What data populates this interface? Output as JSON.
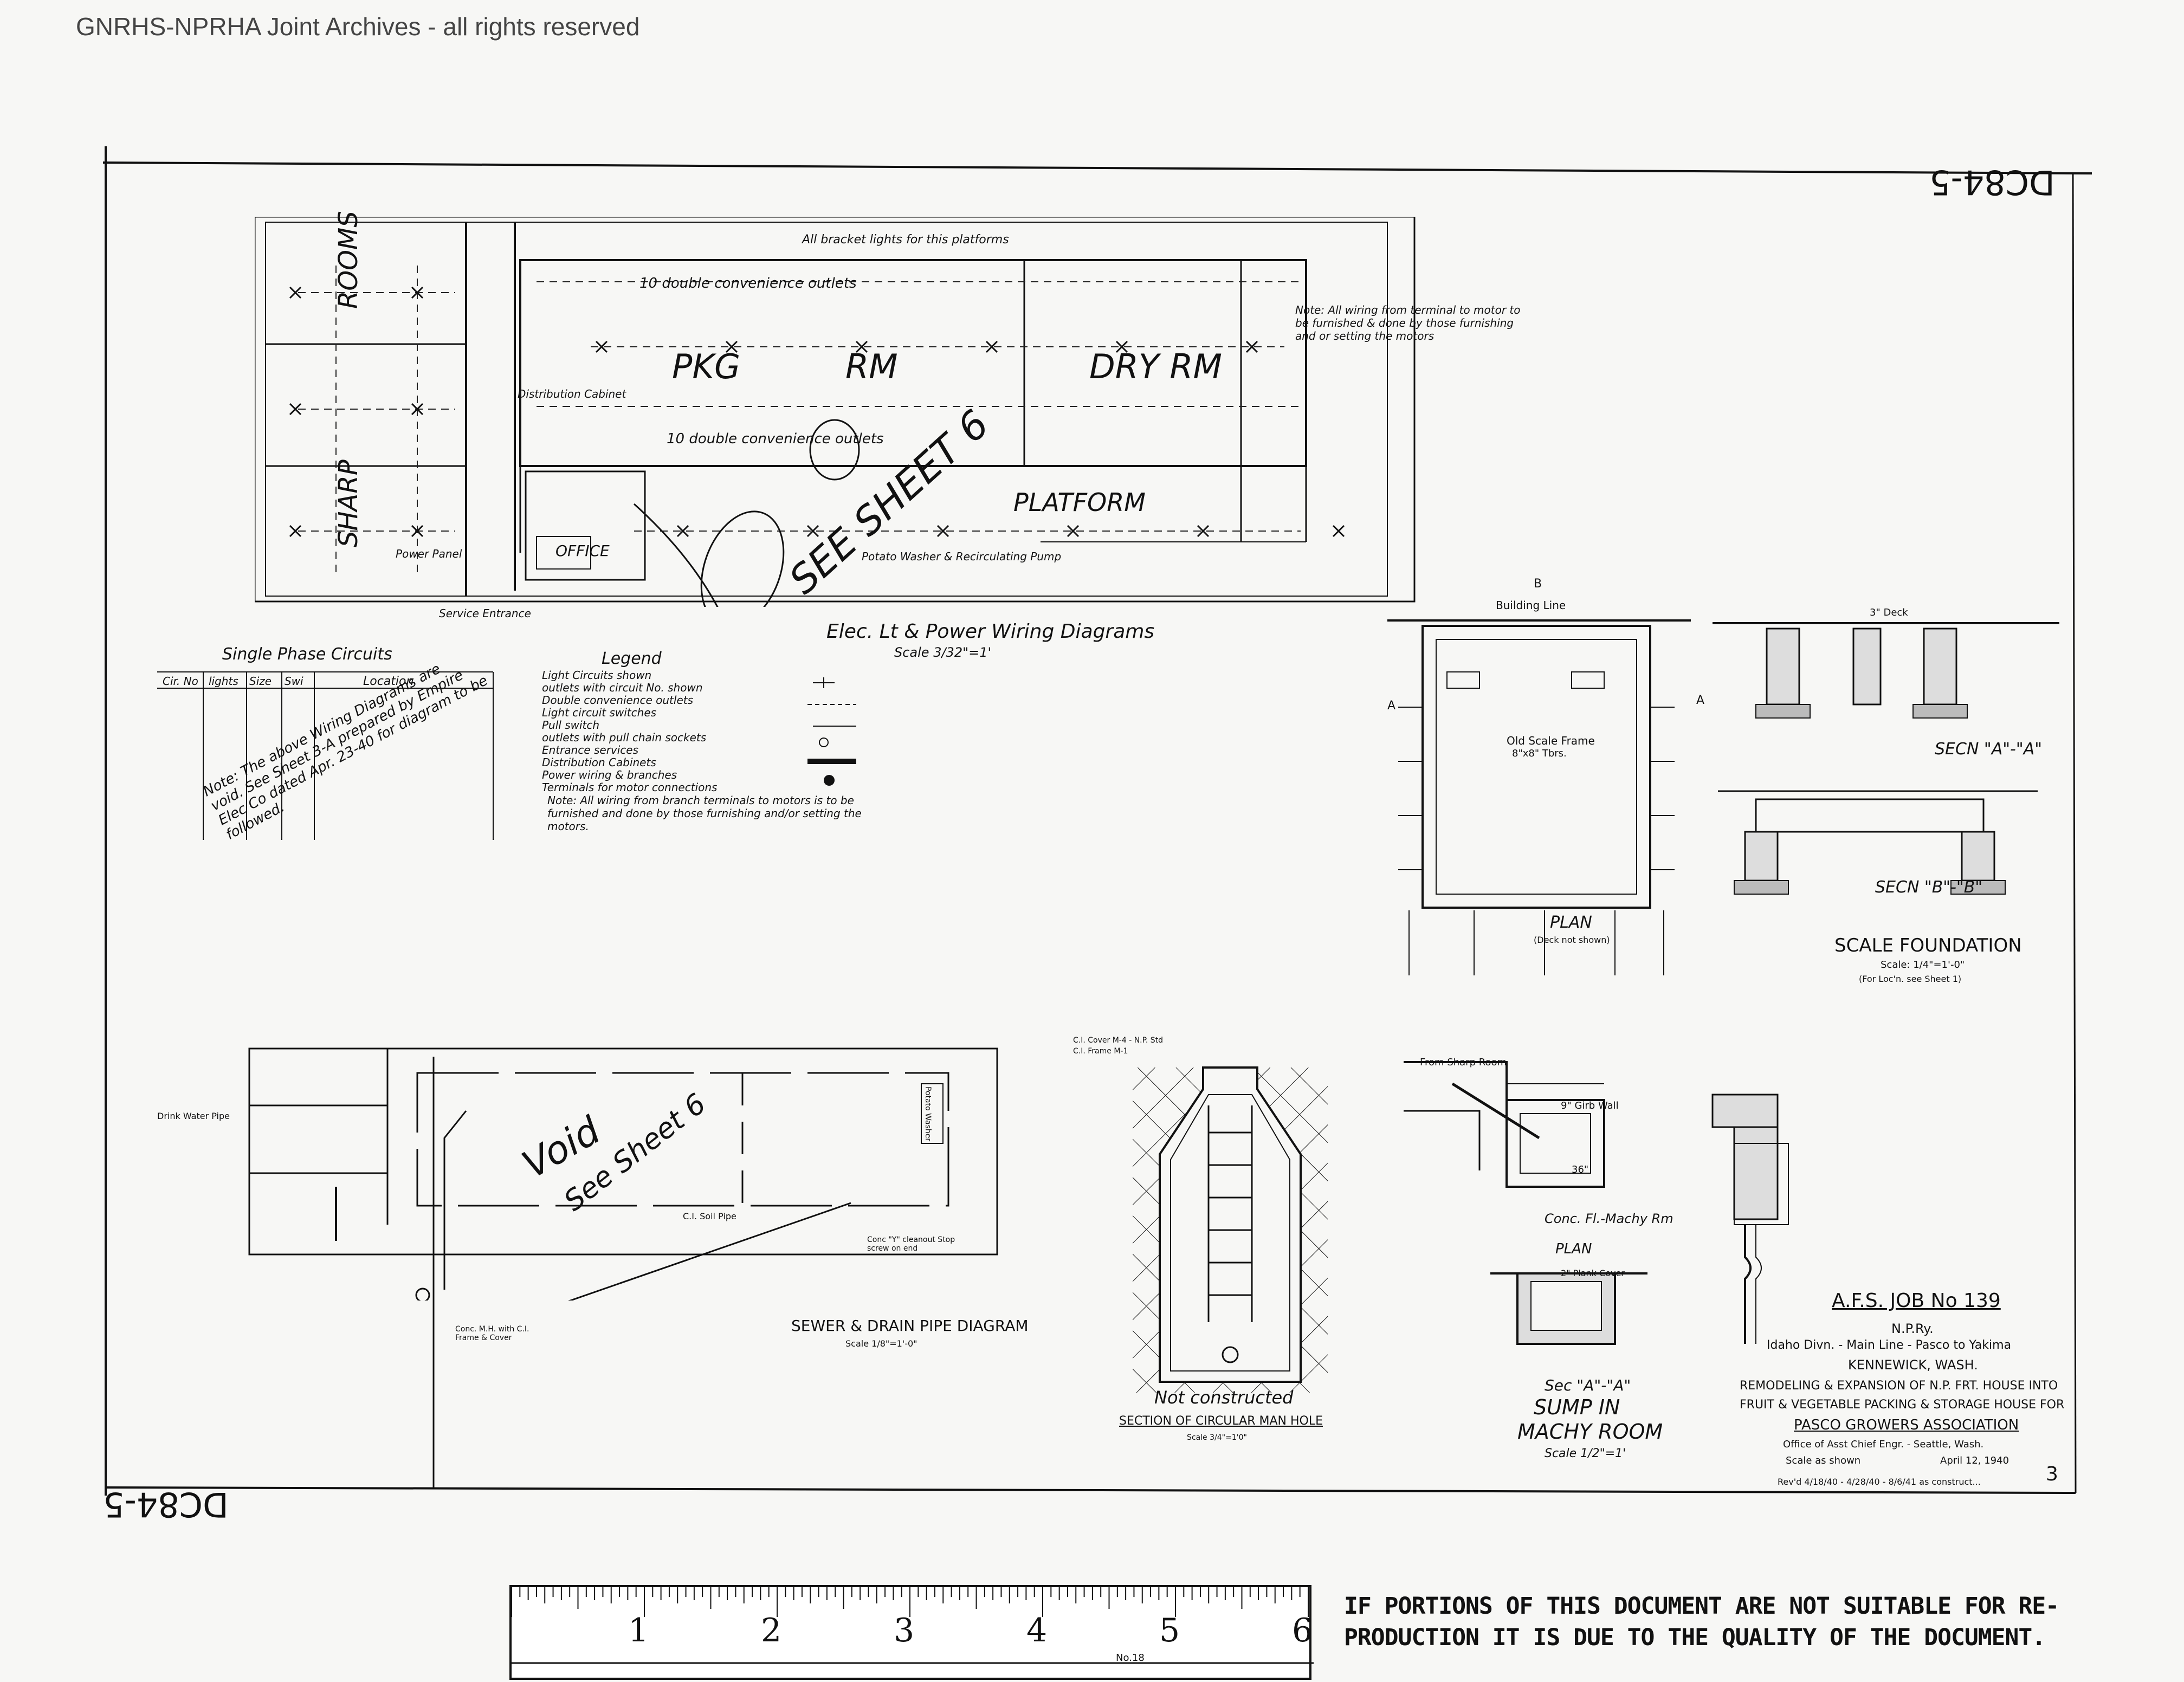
{
  "watermark": "GNRHS-NPRHA Joint Archives - all rights reserved",
  "drawing_number": "DC84-5",
  "drawing_number_mirrored": "DC84-5",
  "sheet_number": "3",
  "wiring_plan": {
    "rooms": [
      "ROOMS",
      "PKG",
      "RM",
      "DRY RM",
      "PLATFORM",
      "OFFICE",
      "SHARP"
    ],
    "note_top": "All bracket lights for this platforms",
    "outlets_row_1": "10 double convenience outlets",
    "outlets_row_2": "10 double convenience outlets",
    "distribution_cabinet": "Distribution Cabinet",
    "power_panel": "Power Panel",
    "service_entrance": "Service Entrance",
    "potato_washer": "Potato Washer & Recirculating Pump",
    "see_sheet": "SEE SHEET 6",
    "title": "Elec. Lt & Power Wiring Diagrams",
    "scale": "Scale 3/32\"=1'",
    "note_motor": "Note: All wiring from terminal to motor to be furnished & done by those furnishing and or setting the motors"
  },
  "circuits_table": {
    "title": "Single Phase Circuits",
    "headers": [
      "Cir. No",
      "lights",
      "Size",
      "Swi",
      "Location"
    ],
    "note": "Note: The above Wiring Diagrams are void. See Sheet 3-A prepared by Empire Elec Co dated Apr. 23-40 for diagram to be followed."
  },
  "legend": {
    "title": "Legend",
    "items": [
      "Light Circuits shown",
      "outlets with circuit No. shown",
      "Double convenience outlets",
      "Light circuit switches",
      "Pull switch",
      "outlets with pull chain sockets",
      "Entrance services",
      "Distribution Cabinets",
      "Power wiring & branches",
      "Terminals for motor connections"
    ],
    "note": "Note: All wiring from branch terminals to motors is to be furnished and done by those furnishing and/or setting the motors."
  },
  "scale_foundation": {
    "title": "SCALE FOUNDATION",
    "scale": "Scale: 1/4\"=1'-0\"",
    "note": "(For Loc'n. see Sheet 1)",
    "plan_label": "PLAN",
    "plan_note": "(Deck not shown)",
    "frame_label": "Old Scale Frame",
    "frame_size": "8\"x8\" Tbrs.",
    "building_line": "Building Line",
    "sec_a": "SECN \"A\"-\"A\"",
    "sec_b": "SECN \"B\"-\"B\"",
    "deck": "3\" Deck",
    "marker_a": "A",
    "marker_b": "B"
  },
  "sewer": {
    "title": "SEWER & DRAIN PIPE DIAGRAM",
    "scale": "Scale 1/8\"=1'-0\"",
    "void": "Void",
    "see_sheet": "See Sheet 6",
    "water_pipe": "Drink Water Pipe",
    "potato_washer": "Potato Washer",
    "clean_out": "C.I. Soil Pipe",
    "cleanout_note": "Conc. M.H. with C.I. Frame & Cover",
    "tee_note": "Conc \"Y\" cleanout Stop screw on end"
  },
  "manhole": {
    "cover": "C.I. Cover M-4 - N.P. Std",
    "frame": "C.I. Frame M-1",
    "not_constructed": "Not constructed",
    "title": "SECTION OF CIRCULAR MAN HOLE",
    "scale": "Scale 3/4\"=1'0\""
  },
  "sump": {
    "from": "From Sharp Room",
    "girb_wall": "9\" Girb Wall",
    "dim": "36\"",
    "conc": "Conc. Fl.-Machy Rm",
    "plan": "PLAN",
    "plank": "2\" Plank Cover",
    "sec": "Sec \"A\"-\"A\"",
    "title_1": "SUMP IN",
    "title_2": "MACHY ROOM",
    "scale": "Scale 1/2\"=1'"
  },
  "title_block": {
    "job": "A.F.S. JOB No 139",
    "railway": "N.P.Ry.",
    "division": "Idaho Divn. - Main Line - Pasco to Yakima",
    "location": "KENNEWICK, WASH.",
    "desc_1": "REMODELING & EXPANSION OF N.P. FRT. HOUSE INTO",
    "desc_2": "FRUIT & VEGETABLE PACKING & STORAGE HOUSE FOR",
    "owner": "PASCO GROWERS ASSOCIATION",
    "office": "Office of Asst Chief Engr. - Seattle, Wash.",
    "scale": "Scale as shown",
    "date": "April 12, 1940",
    "revised": "Rev'd 4/18/40 - 4/28/40 - 8/6/41 as construct..."
  },
  "ruler": {
    "numbers": [
      "1",
      "2",
      "3",
      "4",
      "5",
      "6"
    ],
    "label": "No.18"
  },
  "quality_notice": {
    "line_1": "IF PORTIONS OF THIS DOCUMENT ARE NOT SUITABLE FOR RE-",
    "line_2": "PRODUCTION IT IS DUE TO THE QUALITY OF THE DOCUMENT."
  }
}
